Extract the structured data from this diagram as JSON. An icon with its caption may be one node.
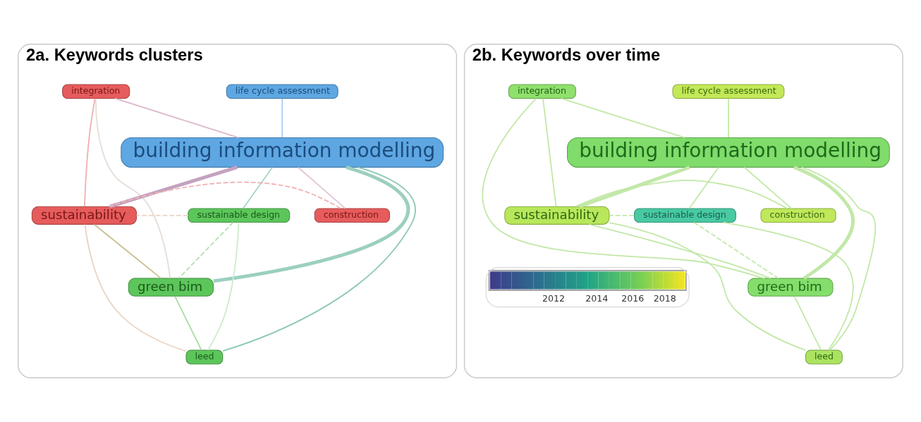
{
  "diagram": {
    "nodes": [
      {
        "text": [
          "2a. Keywords clusters"
        ]
      },
      {
        "text": [
          "life cycle assessment"
        ],
        "in": 0
      },
      {
        "text": [
          "integration"
        ],
        "in": 0
      },
      {
        "text": [
          "building information modelling"
        ],
        "in": 0
      },
      {
        "text": [
          "sustainable design"
        ],
        "in": 0
      },
      {
        "text": [
          "sustainability"
        ],
        "in": 0
      },
      {
        "text": [
          "green bim"
        ],
        "in": 0
      },
      {
        "text": [
          "construction"
        ],
        "in": 0
      },
      {
        "text": [
          "leed"
        ],
        "in": 0
      },
      {
        "text": [
          "2b. Keywords over time"
        ]
      },
      {
        "text": [
          "life cycle assessment"
        ],
        "in": 9
      },
      {
        "text": [
          "integration"
        ],
        "in": 9
      },
      {
        "text": [
          "building information modelling"
        ],
        "in": 9
      },
      {
        "text": [
          "sustainable design"
        ],
        "in": 9
      },
      {
        "text": [
          "sustainability"
        ],
        "in": 9
      },
      {
        "text": [
          "green bim"
        ],
        "in": 9
      },
      {
        "text": [
          "construction"
        ],
        "in": 9
      },
      {
        "text": [
          "leed"
        ],
        "in": 9
      }
    ],
    "edges": [
      {
        "from": 1,
        "to": 3,
        "arrow": "none",
        "color": "#a9cdee"
      },
      {
        "from": 2,
        "to": 3,
        "arrow": "none",
        "color": "#ddb8cc"
      },
      {
        "from": 3,
        "to": 4,
        "arrow": "none",
        "color": "#a6d6c8"
      },
      {
        "from": 3,
        "to": 6,
        "arrow": "none",
        "style": "thick",
        "color": "#9ccfc0"
      },
      {
        "from": 3,
        "to": 8,
        "arrow": "none",
        "color": "#8cc8b4"
      },
      {
        "from": 3,
        "to": 5,
        "arrow": "none",
        "style": "thick",
        "color": "#c4a2c0"
      },
      {
        "from": 3,
        "to": 7,
        "arrow": "none",
        "color": "#e2c4d4"
      },
      {
        "from": 2,
        "to": 6,
        "arrow": "none",
        "color": "#e6ddd6"
      },
      {
        "from": 2,
        "to": 5,
        "arrow": "none",
        "color": "#f0b0b0"
      },
      {
        "from": 4,
        "to": 5,
        "arrow": "none",
        "style": "dashed",
        "color": "#ecd6c4"
      },
      {
        "from": 4,
        "to": 6,
        "arrow": "none",
        "style": "dashed",
        "color": "#b4e0b0"
      },
      {
        "from": 4,
        "to": 8,
        "arrow": "none",
        "color": "#cdeccb"
      },
      {
        "from": 5,
        "to": 6,
        "arrow": "none",
        "color": "#c8c090"
      },
      {
        "from": 6,
        "to": 8,
        "arrow": "none",
        "color": "#a8dca4"
      },
      {
        "from": 5,
        "to": 8,
        "arrow": "none",
        "color": "#e8d4c0"
      },
      {
        "from": 5,
        "to": 7,
        "arrow": "none",
        "style": "dashed",
        "color": "#f0b4b4"
      },
      {
        "from": 10,
        "to": 12,
        "arrow": "none"
      },
      {
        "from": 11,
        "to": 12,
        "arrow": "none"
      },
      {
        "from": 12,
        "to": 13,
        "arrow": "none"
      },
      {
        "from": 12,
        "to": 15,
        "arrow": "none",
        "style": "thick"
      },
      {
        "from": 12,
        "to": 17,
        "arrow": "none"
      },
      {
        "from": 12,
        "to": 14,
        "arrow": "none",
        "style": "thick"
      },
      {
        "from": 12,
        "to": 16,
        "arrow": "none"
      },
      {
        "from": 11,
        "to": 15,
        "arrow": "none"
      },
      {
        "from": 11,
        "to": 14,
        "arrow": "none"
      },
      {
        "from": 13,
        "to": 14,
        "arrow": "none",
        "style": "dashed"
      },
      {
        "from": 13,
        "to": 15,
        "arrow": "none",
        "style": "dashed"
      },
      {
        "from": 13,
        "to": 17,
        "arrow": "none"
      },
      {
        "from": 14,
        "to": 15,
        "arrow": "none"
      },
      {
        "from": 15,
        "to": 17,
        "arrow": "none"
      },
      {
        "from": 14,
        "to": 17,
        "arrow": "none"
      },
      {
        "from": 14,
        "to": 16,
        "arrow": "none"
      }
    ],
    "labels": [
      "2012",
      "2014",
      "2016",
      "2018"
    ]
  }
}
